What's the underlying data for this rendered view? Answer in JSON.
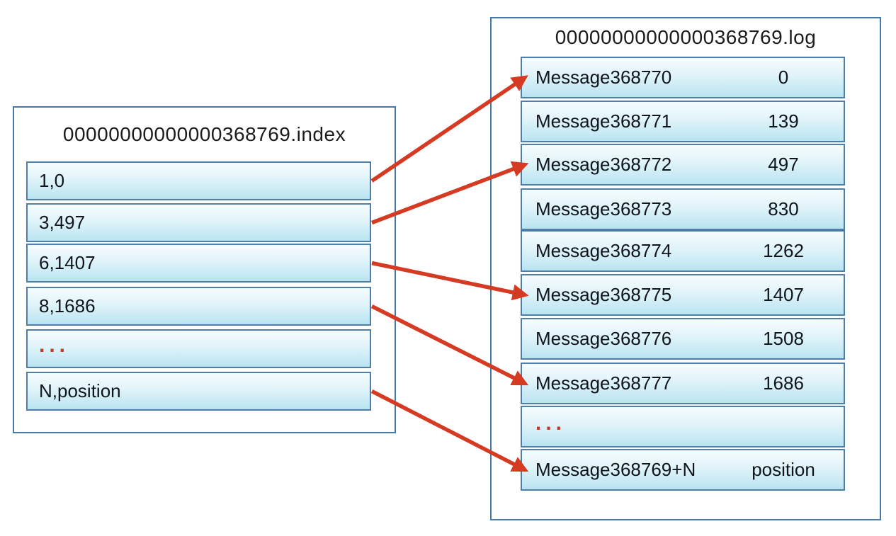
{
  "index_file": {
    "title": "00000000000000368769.index",
    "rows": [
      "1,0",
      "3,497",
      "6,1407",
      "8,1686",
      "...",
      "N,position"
    ]
  },
  "log_file": {
    "title": "00000000000000368769.log",
    "rows": [
      {
        "message": "Message368770",
        "position": "0"
      },
      {
        "message": "Message368771",
        "position": "139"
      },
      {
        "message": "Message368772",
        "position": "497"
      },
      {
        "message": "Message368773",
        "position": "830"
      },
      {
        "message": "Message368774",
        "position": "1262"
      },
      {
        "message": "Message368775",
        "position": "1407"
      },
      {
        "message": "Message368776",
        "position": "1508"
      },
      {
        "message": "Message368777",
        "position": "1686"
      },
      {
        "message": "...",
        "position": ""
      },
      {
        "message": "Message368769+N",
        "position": "position"
      }
    ]
  },
  "mappings": [
    {
      "from": 0,
      "to": 0
    },
    {
      "from": 1,
      "to": 2
    },
    {
      "from": 2,
      "to": 5
    },
    {
      "from": 3,
      "to": 7
    },
    {
      "from": 5,
      "to": 9
    }
  ],
  "colors": {
    "arrow": "#d53a23",
    "ellipsis": "#c53929",
    "cell_border": "#4f7fa8",
    "box_border": "#4679a8",
    "cell_fill_top": "#f6fcfe",
    "cell_fill_bottom": "#b7e3f0",
    "text": "#10151c"
  }
}
